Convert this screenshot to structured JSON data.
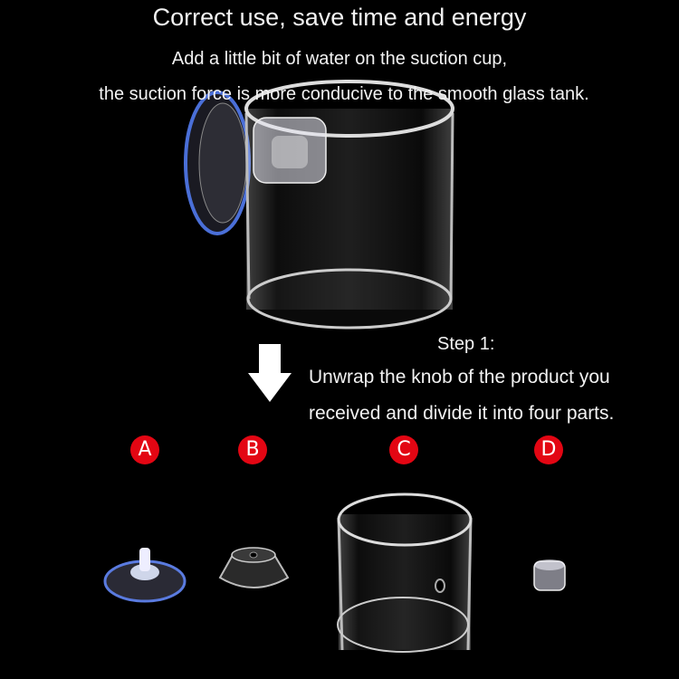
{
  "header": {
    "title": "Correct use, save time and energy",
    "line1": "Add a little bit of water on the suction cup,",
    "line2": "the suction force is more conducive to the smooth glass tank."
  },
  "step": {
    "label": "Step 1:",
    "desc_line1": "Unwrap the knob of the product you",
    "desc_line2": "received and divide it into four parts."
  },
  "parts": [
    {
      "letter": "A",
      "icon": "suction-cup-with-stud-icon"
    },
    {
      "letter": "B",
      "icon": "suction-cup-icon"
    },
    {
      "letter": "C",
      "icon": "acrylic-cylinder-icon"
    },
    {
      "letter": "D",
      "icon": "knob-icon"
    }
  ],
  "colors": {
    "background": "#000000",
    "badge": "#e30613",
    "text": "#f2f2f2",
    "suction_cup_rim": "#4a6fd8"
  }
}
